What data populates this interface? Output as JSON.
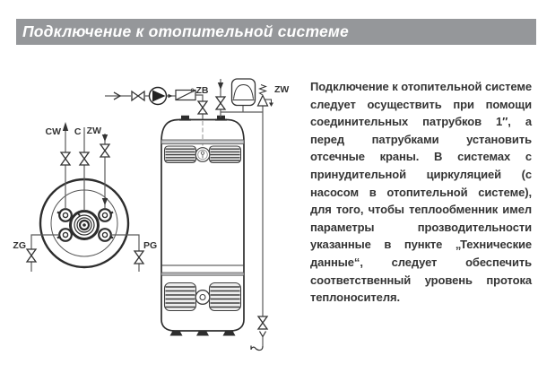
{
  "header": {
    "title": "Подключение к отопительной системе",
    "bg_color": "#95979a",
    "text_color": "#ffffff"
  },
  "diagram": {
    "labels": {
      "cw": "CW",
      "c": "C",
      "zw_top": "ZW",
      "zg": "ZG",
      "pg": "PG",
      "zb_small": "c",
      "zb": "ZB",
      "zw_safety": "ZW"
    }
  },
  "body": {
    "paragraph": "Подключение к отопительной системе следует осуществить при помощи соединительных патрубков 1″, а перед патрубками установить отсечные краны. В системах с принудительной циркуляцией (с насосом в отопительной системе), для того, чтобы теплообменник имел параметры прозводительности указанные в пункте „Технические данные“, следует обеспечить соответственный уровень протока теплоносителя."
  }
}
